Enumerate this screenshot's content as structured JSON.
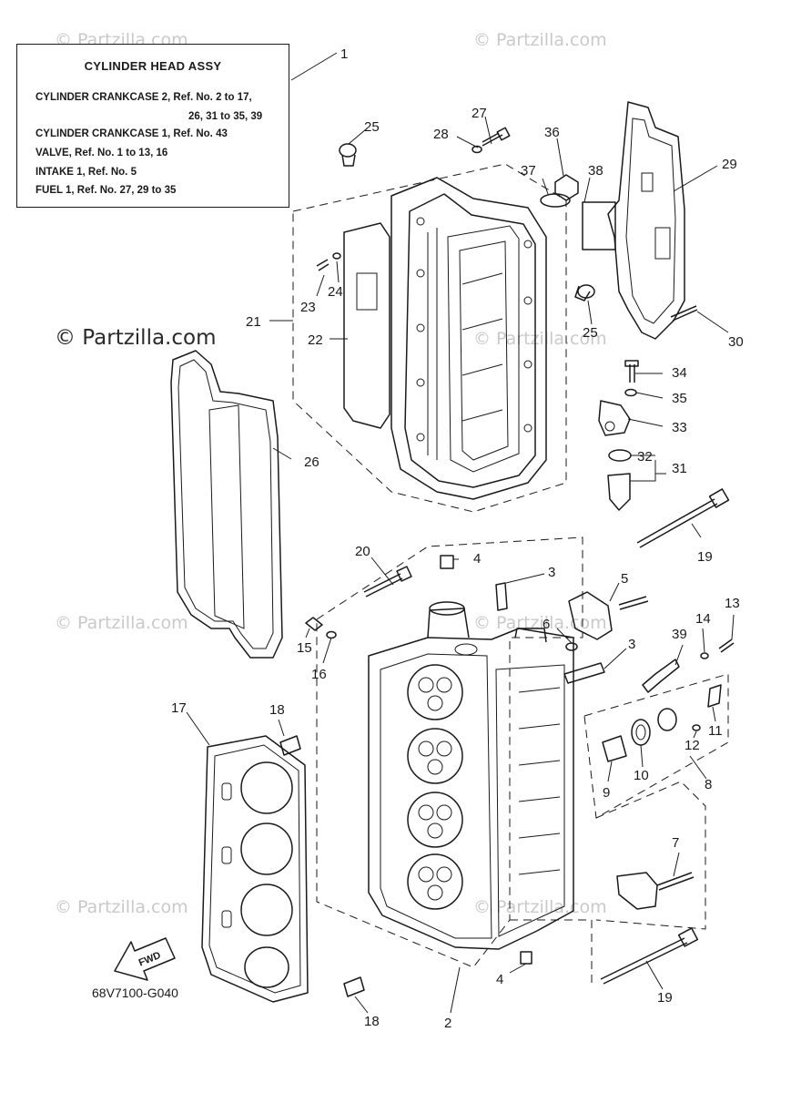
{
  "legend": {
    "title": "CYLINDER HEAD ASSY",
    "lines": [
      "CYLINDER CRANKCASE 2,      Ref. No. 2 to 17,",
      "26, 31 to 35, 39",
      "CYLINDER CRANKCASE 1,      Ref. No. 43",
      "VALVE,   Ref. No. 1 to 13, 16",
      "INTAKE 1,    Ref. No. 5",
      "FUEL 1,   Ref. No. 27, 29 to 35"
    ]
  },
  "watermark_text": "© Partzilla.com",
  "fwd_label": "FWD",
  "diagram_code": "68V7100-G040",
  "callouts": [
    "1",
    "2",
    "3",
    "3",
    "4",
    "4",
    "5",
    "6",
    "7",
    "8",
    "9",
    "10",
    "11",
    "12",
    "13",
    "14",
    "15",
    "16",
    "17",
    "18",
    "18",
    "19",
    "19",
    "20",
    "21",
    "22",
    "23",
    "24",
    "25",
    "25",
    "26",
    "27",
    "28",
    "29",
    "30",
    "31",
    "32",
    "33",
    "34",
    "35",
    "36",
    "37",
    "38",
    "39"
  ]
}
